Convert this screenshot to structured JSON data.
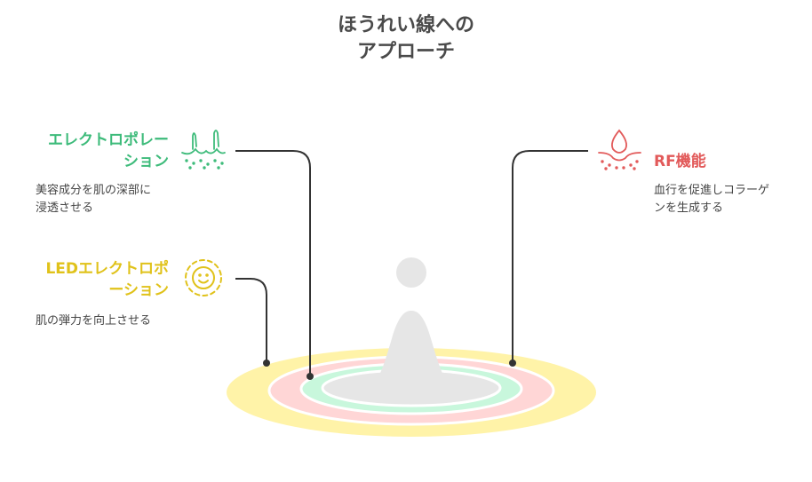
{
  "title": {
    "line1": "ほうれい線への",
    "line2": "アプローチ"
  },
  "items": [
    {
      "label_line1": "エレクトロポレー",
      "label_line2": "ション",
      "desc_line1": "美容成分を肌の深部に",
      "desc_line2": "浸透させる",
      "color": "#3dbb7a",
      "icon": "hair-follicle-icon"
    },
    {
      "label_line1": "LEDエレクトロポ",
      "label_line2": "ーション",
      "desc_line1": "肌の弾力を向上させる",
      "color": "#e0c21a",
      "icon": "sun-face-icon"
    },
    {
      "label_line1": "RF機能",
      "desc_line1": "血行を促進しコラーゲ",
      "desc_line2": "ンを生成する",
      "color": "#e25a5a",
      "icon": "skin-drop-icon"
    }
  ],
  "colors": {
    "ring_outer": "#fff3a8",
    "ring_middle": "#ffd6d6",
    "ring_inner": "#c8f7dc",
    "center": "#e6e6e6",
    "connector": "#333333"
  }
}
